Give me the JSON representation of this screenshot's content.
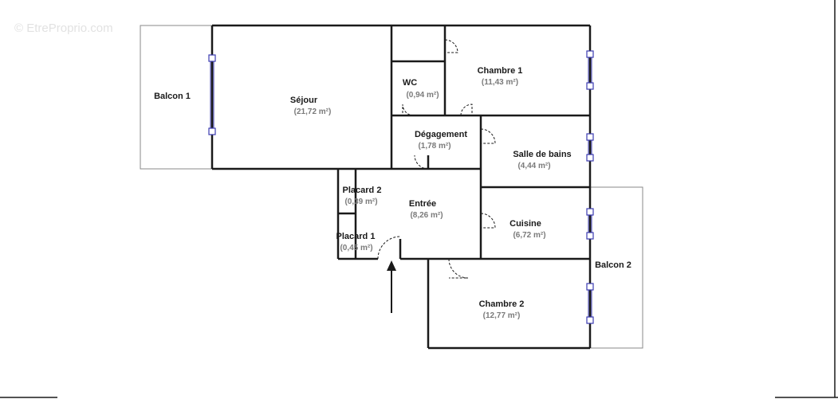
{
  "watermark": "© EtreProprio.com",
  "rooms": {
    "balcon1": {
      "name": "Balcon 1"
    },
    "sejour": {
      "name": "Séjour",
      "area": "(21,72 m²)"
    },
    "wc": {
      "name": "WC",
      "area": "(0,94 m²)"
    },
    "chambre1": {
      "name": "Chambre 1",
      "area": "(11,43 m²)"
    },
    "degagement": {
      "name": "Dégagement",
      "area": "(1,78 m²)"
    },
    "salle_de_bains": {
      "name": "Salle de bains",
      "area": "(4,44 m²)"
    },
    "placard2": {
      "name": "Placard 2",
      "area": "(0,39 m²)"
    },
    "entree": {
      "name": "Entrée",
      "area": "(8,26 m²)"
    },
    "cuisine": {
      "name": "Cuisine",
      "area": "(6,72 m²)"
    },
    "placard1": {
      "name": "Placard 1",
      "area": "(0,45 m²)"
    },
    "balcon2": {
      "name": "Balcon 2"
    },
    "chambre2": {
      "name": "Chambre 2",
      "area": "(12,77 m²)"
    }
  },
  "colors": {
    "wall": "#1a1a1a",
    "window": "#3b3bb0",
    "balcony_outline": "#8a8a8a",
    "area_text": "#7a7a7a"
  },
  "icons": {
    "entrance": "entrance-arrow-icon"
  }
}
